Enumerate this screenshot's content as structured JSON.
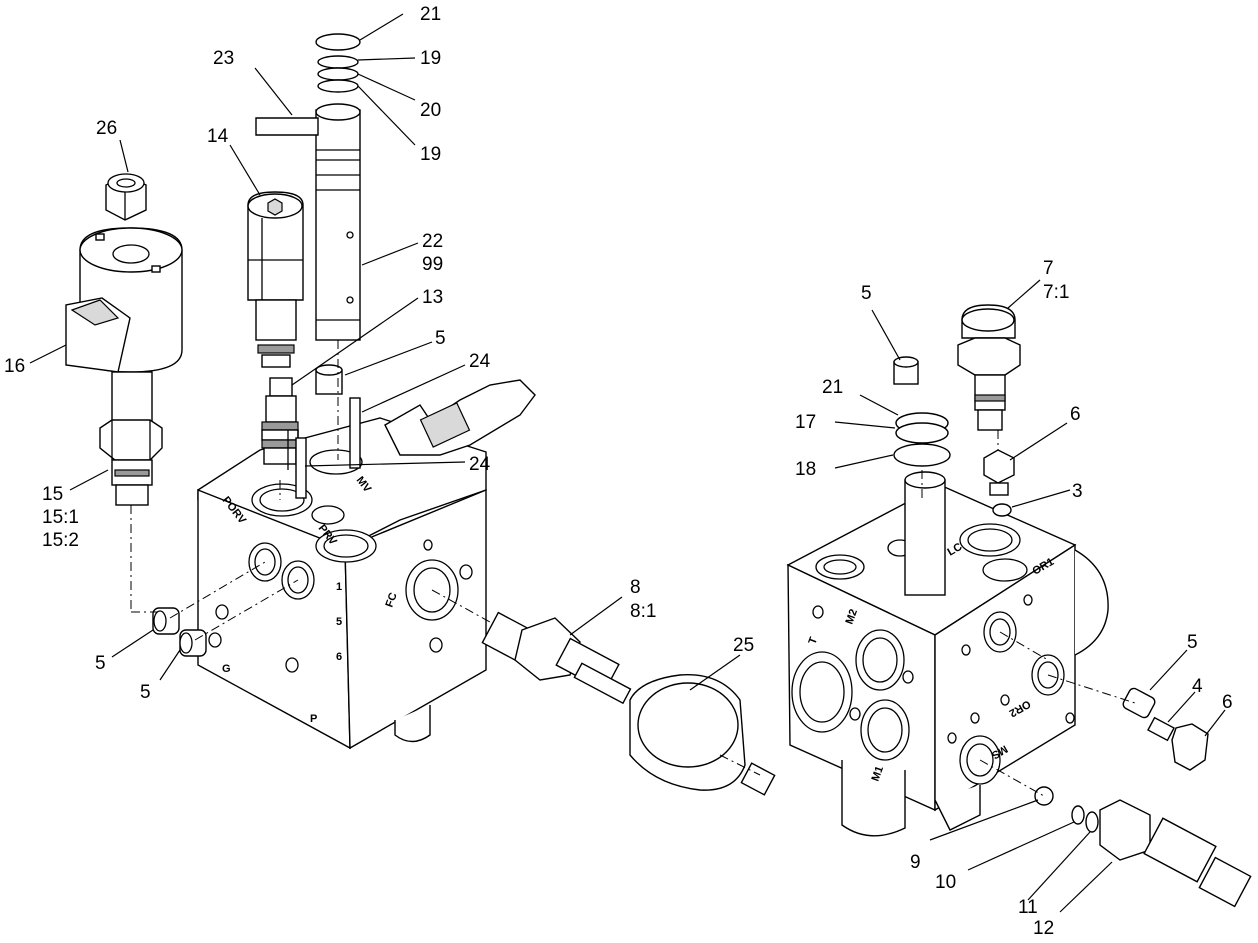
{
  "callouts": {
    "c21a": "21",
    "c19a": "19",
    "c20": "20",
    "c19b": "19",
    "c23": "23",
    "c26": "26",
    "c14": "14",
    "c22": "22",
    "c99": "99",
    "c13": "13",
    "c5a": "5",
    "c24a": "24",
    "c24b": "24",
    "c16": "16",
    "c15": "15",
    "c15_1": "15:1",
    "c15_2": "15:2",
    "c5b": "5",
    "c5c": "5",
    "c8": "8",
    "c8_1": "8:1",
    "c25": "25",
    "c5d": "5",
    "c7": "7",
    "c7_1": "7:1",
    "c21b": "21",
    "c17": "17",
    "c6a": "6",
    "c18": "18",
    "c3": "3",
    "c5e": "5",
    "c4": "4",
    "c6b": "6",
    "c9": "9",
    "c10": "10",
    "c11": "11",
    "c12": "12"
  },
  "ports_left": {
    "porv": "PORV",
    "prv": "PRV",
    "mv": "MV",
    "fc": "FC",
    "g": "G",
    "p": "P",
    "n1": "1",
    "n5": "5",
    "n6": "6"
  },
  "ports_right": {
    "lc": "LC",
    "or1": "OR1",
    "m2": "M2",
    "t": "T",
    "or2": "OR2",
    "ms": "MS",
    "m1": "M1"
  }
}
